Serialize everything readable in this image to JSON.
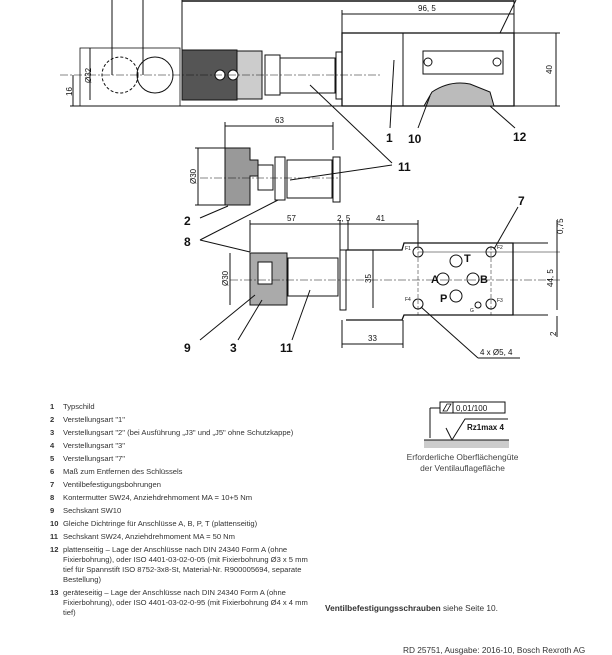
{
  "drawing": {
    "dimensions": {
      "d96_5": "96, 5",
      "d40": "40",
      "d32": "Ø32",
      "d16": "16",
      "d63": "63",
      "d30a": "Ø30",
      "d57": "57",
      "d2_5": "2, 5",
      "d41": "41",
      "d30b": "Ø30",
      "d35": "35",
      "d33": "33",
      "d0_75": "0,75",
      "d44_5": "44, 5",
      "d2": "2",
      "holes": "4 x Ø5, 4"
    },
    "ports": {
      "A": "A",
      "B": "B",
      "P": "P",
      "T": "T",
      "F1": "F1",
      "F2": "F2",
      "F3": "F3",
      "F4": "F4",
      "G": "G"
    },
    "callouts": {
      "c1": "1",
      "c2": "2",
      "c3": "3",
      "c7": "7",
      "c8": "8",
      "c9": "9",
      "c10": "10",
      "c11a": "11",
      "c11b": "11",
      "c12": "12"
    }
  },
  "surface": {
    "flatness": "0,01/100",
    "roughness": "Rz1max 4",
    "caption_line1": "Erforderliche Oberflächengüte",
    "caption_line2": "der Ventilauflagefläche"
  },
  "legend": [
    {
      "num": "1",
      "text": "Typschild"
    },
    {
      "num": "2",
      "text": "Verstellungsart \"1\""
    },
    {
      "num": "3",
      "text": "Verstellungsart \"2\" (bei Ausführung „J3\" und „J5\" ohne Schutzkappe)"
    },
    {
      "num": "4",
      "text": "Verstellungsart \"3\""
    },
    {
      "num": "5",
      "text": "Verstellungsart \"7\""
    },
    {
      "num": "6",
      "text": "Maß zum Entfernen des Schlüssels"
    },
    {
      "num": "7",
      "text": "Ventilbefestigungsbohrungen"
    },
    {
      "num": "8",
      "text": "Kontermutter SW24, Anziehdrehmoment MA = 10+5 Nm"
    },
    {
      "num": "9",
      "text": "Sechskant SW10"
    },
    {
      "num": "10",
      "text": "Gleiche Dichtringe für Anschlüsse A, B, P, T (plattenseitig)"
    },
    {
      "num": "11",
      "text": "Sechskant SW24, Anziehdrehmoment MA = 50 Nm"
    },
    {
      "num": "12",
      "text": "plattenseitig – Lage der Anschlüsse nach DIN 24340 Form A (ohne Fixierbohrung), oder ISO 4401-03-02-0-05 (mit Fixierbohrung Ø3 x 5 mm tief für Spannstift ISO 8752-3x8-St, Material-Nr. R900005694, separate Bestellung)"
    },
    {
      "num": "13",
      "text": "geräteseitig – Lage der Anschlüsse nach DIN 24340 Form A (ohne Fixierbohrung), oder ISO 4401-03-02-0-95 (mit Fixierbohrung Ø4 x 4 mm tief)"
    }
  ],
  "screws_note": {
    "bold": "Ventilbefestigungsschrauben",
    "rest": " siehe Seite 10."
  },
  "footer": "RD 25751, Ausgabe: 2016-10, Bosch Rexroth AG"
}
